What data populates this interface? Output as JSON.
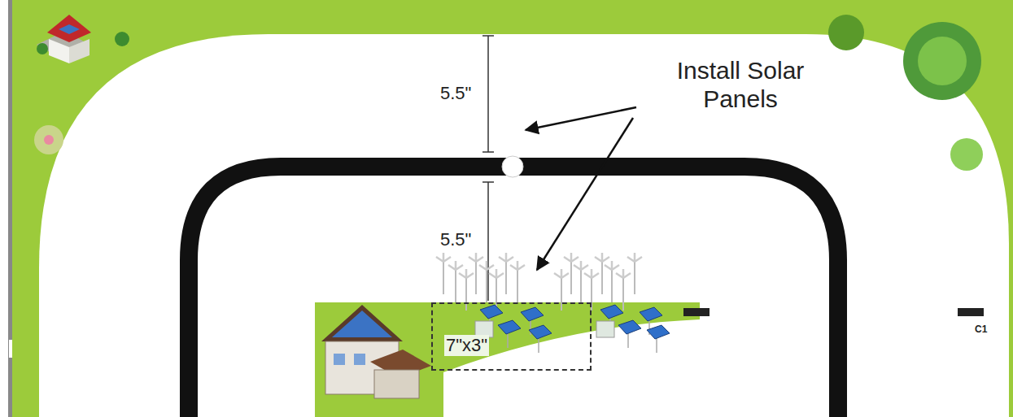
{
  "diagram": {
    "nodes": [
      {
        "text": [
          "7\"x3\""
        ]
      }
    ],
    "labels": [
      "5.5\"",
      "5.5\"",
      "Install Solar Panels",
      "C1"
    ]
  }
}
